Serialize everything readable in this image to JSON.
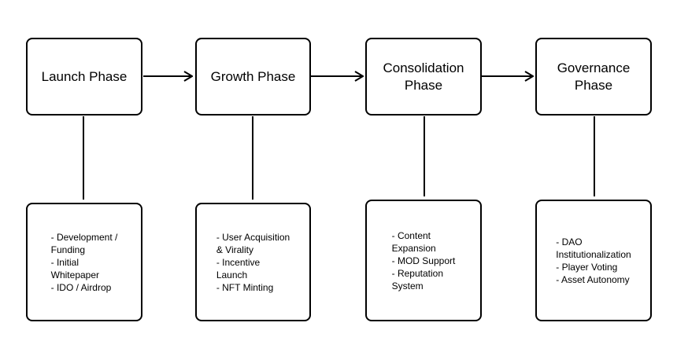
{
  "phases": [
    {
      "title": "Launch Phase",
      "details": [
        "- Development /\nFunding",
        "- Initial\nWhitepaper",
        "- IDO / Airdrop"
      ]
    },
    {
      "title": "Growth Phase",
      "details": [
        "- User Acquisition\n& Virality",
        "- Incentive\nLaunch",
        "- NFT Minting"
      ]
    },
    {
      "title": "Consolidation\nPhase",
      "details": [
        "- Content\nExpansion",
        "- MOD Support",
        "- Reputation\nSystem"
      ]
    },
    {
      "title": "Governance\nPhase",
      "details": [
        "- DAO\nInstitutionalization",
        "- Player Voting",
        "- Asset Autonomy"
      ]
    }
  ],
  "colors": {
    "stroke": "#000000",
    "background": "#ffffff"
  }
}
